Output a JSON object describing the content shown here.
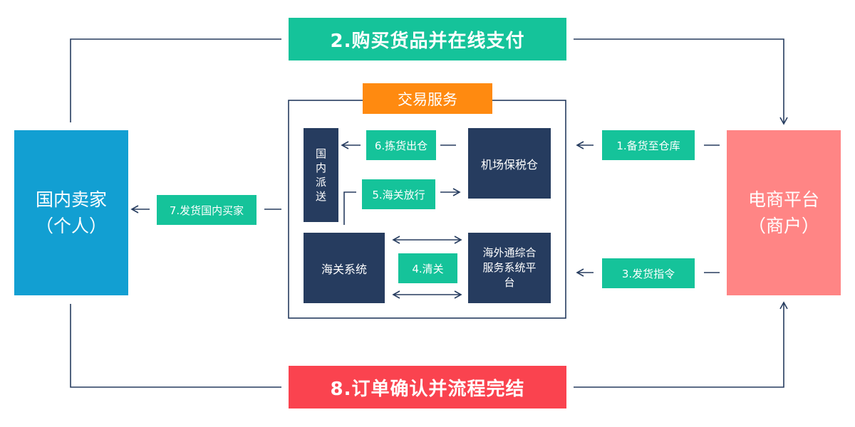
{
  "nodes": {
    "buyer": [
      "国内卖家",
      "（个人）"
    ],
    "platform": [
      "电商平台",
      "（商户）"
    ],
    "trade_service": "交易服务",
    "domestic_delivery": [
      "国",
      "内",
      "派",
      "送"
    ],
    "bonded_warehouse": "机场保税仓",
    "customs_system": "海关系统",
    "overseas_platform": [
      "海外通综合",
      "服务系统平",
      "台"
    ]
  },
  "steps": {
    "s1": "1.备货至仓库",
    "s2": "2.购买货品并在线支付",
    "s3": "3.发货指令",
    "s4": "4.清关",
    "s5": "5.海关放行",
    "s6": "6.拣货出仓",
    "s7": "7.发货国内买家",
    "s8": "8.订单确认并流程完结"
  },
  "colors": {
    "buyer": "#129fd2",
    "platform": "#ff8585",
    "step": "#15c39a",
    "system": "#263c5f",
    "service": "#ff8a10",
    "final": "#fa434f",
    "line": "#263c5f"
  }
}
